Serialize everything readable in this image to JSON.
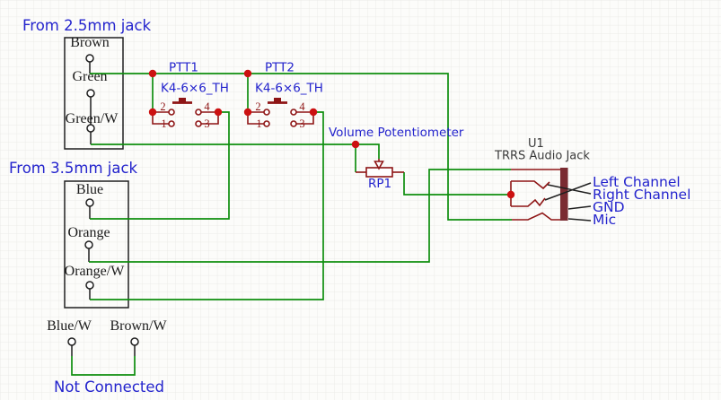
{
  "conn25": {
    "title": "From 2.5mm jack",
    "pin1": "Brown",
    "pin2": "Green",
    "pin3": "Green/W"
  },
  "conn35": {
    "title": "From 3.5mm jack",
    "pin1": "Blue",
    "pin2": "Orange",
    "pin3": "Orange/W"
  },
  "nc": {
    "pin1": "Blue/W",
    "pin2": "Brown/W",
    "note": "Not Connected"
  },
  "ptt1": {
    "ref": "PTT1",
    "value": "K4-6×6_TH",
    "pin2": "2",
    "pin4": "4",
    "pin1": "1",
    "pin3": "3"
  },
  "ptt2": {
    "ref": "PTT2",
    "value": "K4-6×6_TH",
    "pin2": "2",
    "pin4": "4",
    "pin1": "1",
    "pin3": "3"
  },
  "pot": {
    "label": "Volume Potentiometer",
    "ref": "RP1"
  },
  "jack": {
    "ref": "U1",
    "value": "TRRS Audio Jack",
    "pin1": "Left Channel",
    "pin2": "Right Channel",
    "pin3": "GND",
    "pin4": "Mic"
  },
  "colors": {
    "wire": "#0e8e0e",
    "component": "#8e1515",
    "junction": "#cc1111",
    "annotation": "#2424cd",
    "designator": "#3a3a3a",
    "pin_text": "#1c1c1c",
    "jack_body": "#7a2b31"
  }
}
